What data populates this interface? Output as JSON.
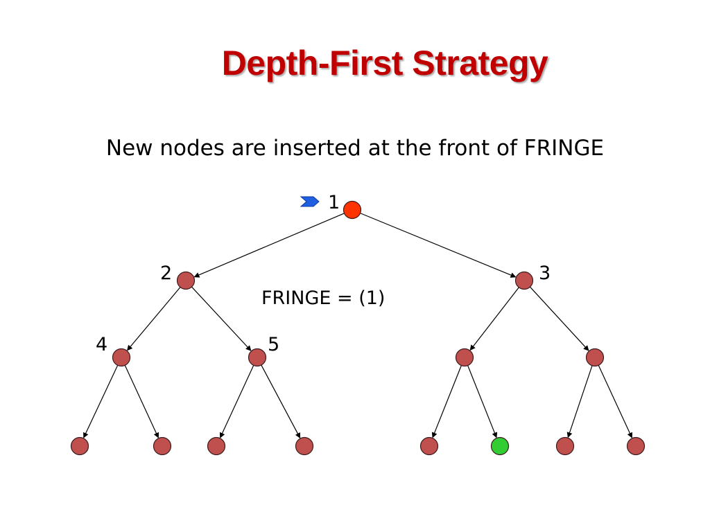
{
  "title": "Depth-First Strategy",
  "subtitle": "New nodes are inserted at the front of FRINGE",
  "fringe": "FRINGE = (1)",
  "colors": {
    "title": "#c00000",
    "node_default": "#c0504d",
    "node_current": "#ff3300",
    "node_goal": "#33cc33",
    "pointer": "#1f5fe0"
  },
  "nodes": [
    {
      "id": "n1",
      "label": "1",
      "state": "current"
    },
    {
      "id": "n2",
      "label": "2",
      "state": "default"
    },
    {
      "id": "n3",
      "label": "3",
      "state": "default"
    },
    {
      "id": "n4",
      "label": "4",
      "state": "default"
    },
    {
      "id": "n5",
      "label": "5",
      "state": "default"
    },
    {
      "id": "n6",
      "label": "",
      "state": "default"
    },
    {
      "id": "n7",
      "label": "",
      "state": "default"
    },
    {
      "id": "n8",
      "label": "",
      "state": "default"
    },
    {
      "id": "n9",
      "label": "",
      "state": "default"
    },
    {
      "id": "n10",
      "label": "",
      "state": "default"
    },
    {
      "id": "n11",
      "label": "",
      "state": "default"
    },
    {
      "id": "n12",
      "label": "",
      "state": "default"
    },
    {
      "id": "n13",
      "label": "",
      "state": "goal"
    },
    {
      "id": "n14",
      "label": "",
      "state": "default"
    },
    {
      "id": "n15",
      "label": "",
      "state": "default"
    }
  ],
  "edges": [
    [
      "n1",
      "n2"
    ],
    [
      "n1",
      "n3"
    ],
    [
      "n2",
      "n4"
    ],
    [
      "n2",
      "n5"
    ],
    [
      "n3",
      "n6"
    ],
    [
      "n3",
      "n7"
    ],
    [
      "n4",
      "n8"
    ],
    [
      "n4",
      "n9"
    ],
    [
      "n5",
      "n10"
    ],
    [
      "n5",
      "n11"
    ],
    [
      "n6",
      "n12"
    ],
    [
      "n6",
      "n13"
    ],
    [
      "n7",
      "n14"
    ],
    [
      "n7",
      "n15"
    ]
  ]
}
